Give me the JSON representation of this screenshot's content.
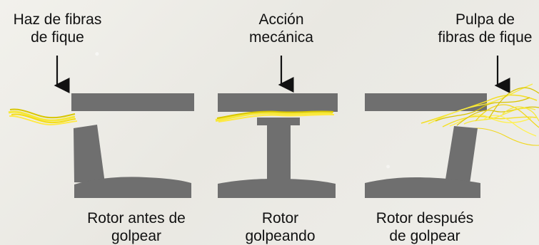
{
  "diagram": {
    "stages": [
      {
        "top_label": [
          "Haz de fibras",
          "de fique"
        ],
        "bottom_label": [
          "Rotor antes de",
          "golpear"
        ]
      },
      {
        "top_label": [
          "Acción",
          "mecánica"
        ],
        "bottom_label": [
          "Rotor",
          "golpeando"
        ]
      },
      {
        "top_label": [
          "Pulpa de",
          "fibras de fique"
        ],
        "bottom_label": [
          "Rotor después",
          "de golpear"
        ]
      }
    ],
    "colors": {
      "machine_gray": "#6f6f6f",
      "fiber_yellow": "#f1df23",
      "fiber_dark": "#c9ad00",
      "text": "#111111",
      "background": "#eeede8"
    }
  }
}
